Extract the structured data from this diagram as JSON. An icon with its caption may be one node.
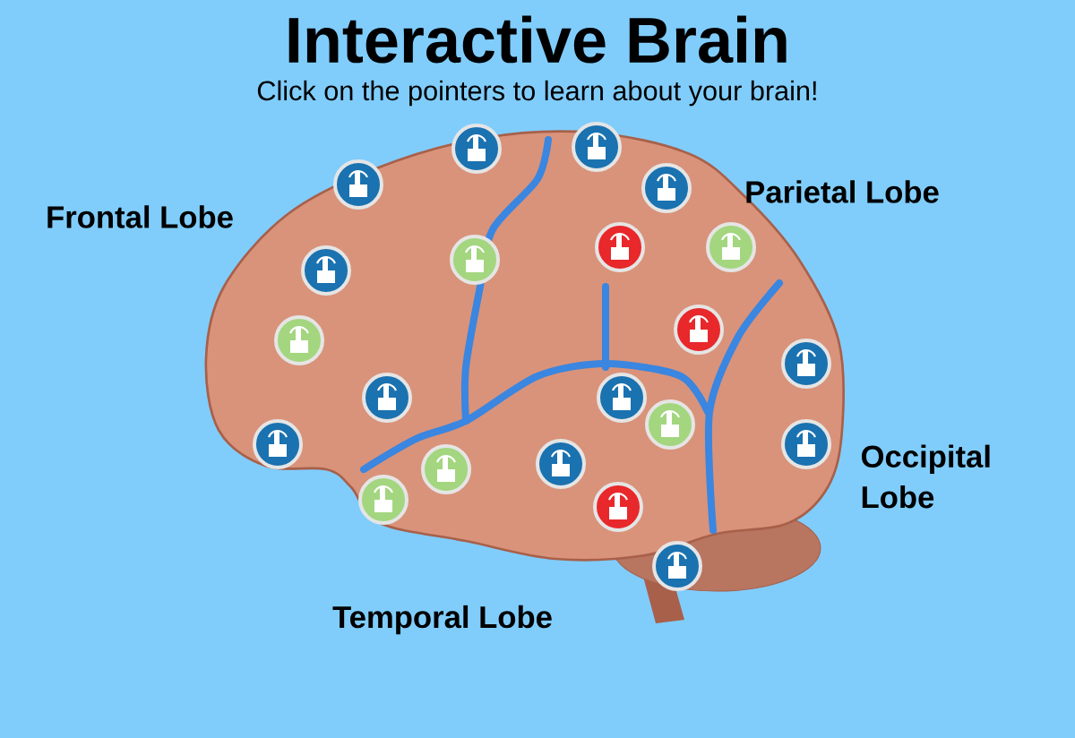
{
  "diagram": {
    "title": "Interactive Brain",
    "caption": "Click on the pointers to learn about your brain!",
    "labels": [
      "Frontal Lobe",
      "Parietal Lobe",
      "Occipital Lobe",
      "Temporal Lobe"
    ]
  }
}
